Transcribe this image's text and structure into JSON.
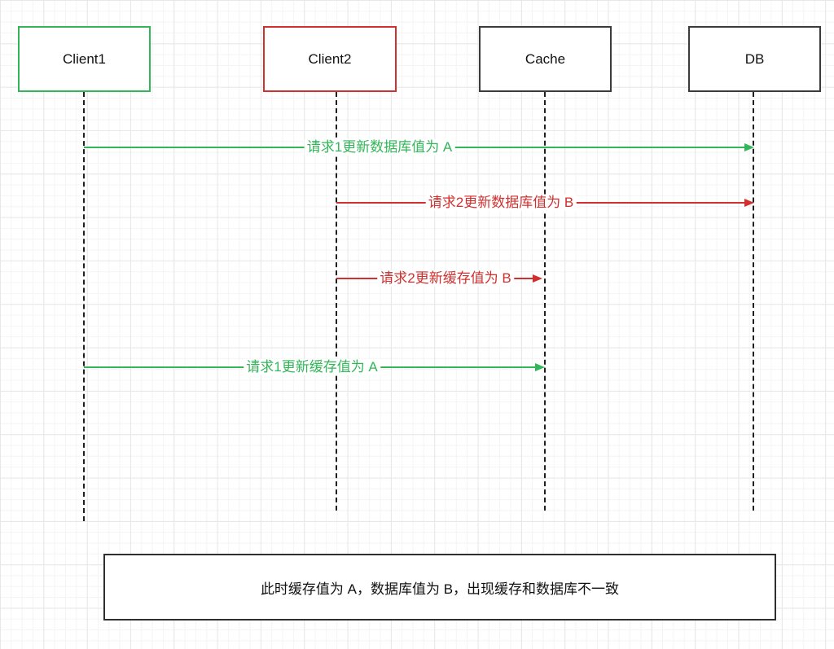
{
  "diagram": {
    "type": "sequence-diagram",
    "colors": {
      "green": "#33b658",
      "red": "#d0302e",
      "neutral_border": "#3b3b3b",
      "lifeline": "#1f1f1f",
      "grid_minor": "#f4f4f4",
      "grid_major": "#e7e7e7",
      "background": "#ffffff"
    },
    "actors": [
      {
        "id": "client1",
        "label": "Client1",
        "border_color": "#33b658"
      },
      {
        "id": "client2",
        "label": "Client2",
        "border_color": "#d0302e"
      },
      {
        "id": "cache",
        "label": "Cache",
        "border_color": "#3b3b3b"
      },
      {
        "id": "db",
        "label": "DB",
        "border_color": "#3b3b3b"
      }
    ],
    "messages": [
      {
        "from": "Client1",
        "to": "DB",
        "label": "请求1更新数据库值为 A",
        "color": "#33b658"
      },
      {
        "from": "Client2",
        "to": "DB",
        "label": "请求2更新数据库值为 B",
        "color": "#d0302e"
      },
      {
        "from": "Client2",
        "to": "Cache",
        "label": "请求2更新缓存值为 B",
        "color": "#d0302e"
      },
      {
        "from": "Client1",
        "to": "Cache",
        "label": "请求1更新缓存值为 A",
        "color": "#33b658"
      }
    ],
    "note": {
      "text": "此时缓存值为 A，数据库值为 B，出现缓存和数据库不一致"
    }
  }
}
